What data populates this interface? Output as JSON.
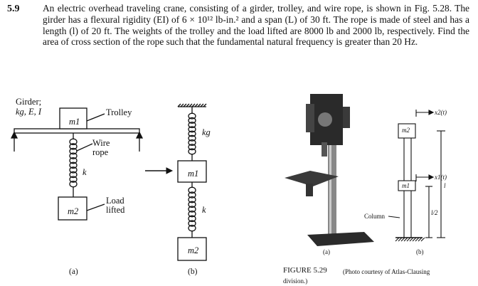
{
  "problem": {
    "number": "5.9",
    "text": "An electric overhead traveling crane, consisting of a girder, trolley, and wire rope, is shown in Fig. 5.28. The girder has a flexural rigidity (EI) of 6 × 10¹² lb-in.² and a span (L) of 30 ft. The rope is made of steel and has a length (l) of 20 ft. The weights of the trolley and the load lifted are 8000 lb and 2000 lb, respectively. Find the area of cross section of the rope such that the fundamental natural frequency is greater than 20 Hz."
  },
  "fig_a": {
    "girder_label_line1": "Girder;",
    "girder_label_line2": "kg, E, I",
    "m1": "m1",
    "trolley": "Trolley",
    "wire": "Wire",
    "rope": "rope",
    "k": "k",
    "m2": "m2",
    "load": "Load",
    "lifted": "lifted",
    "caption": "(a)"
  },
  "fig_b": {
    "kg": "kg",
    "m1": "m1",
    "k": "k",
    "m2": "m2",
    "caption": "(b)"
  },
  "fig_c": {
    "column": "Column",
    "caption_a": "(a)",
    "x2": "x2(t)",
    "x1": "x1(t)",
    "m2": "m2",
    "m1": "m1",
    "l": "l",
    "l_half": "l/2",
    "caption_b": "(b)"
  },
  "figure_caption": {
    "label": "FIGURE 5.29",
    "credit_line1": "(Photo courtesy of Atlas-Clausing",
    "credit_line2": "division.)"
  }
}
